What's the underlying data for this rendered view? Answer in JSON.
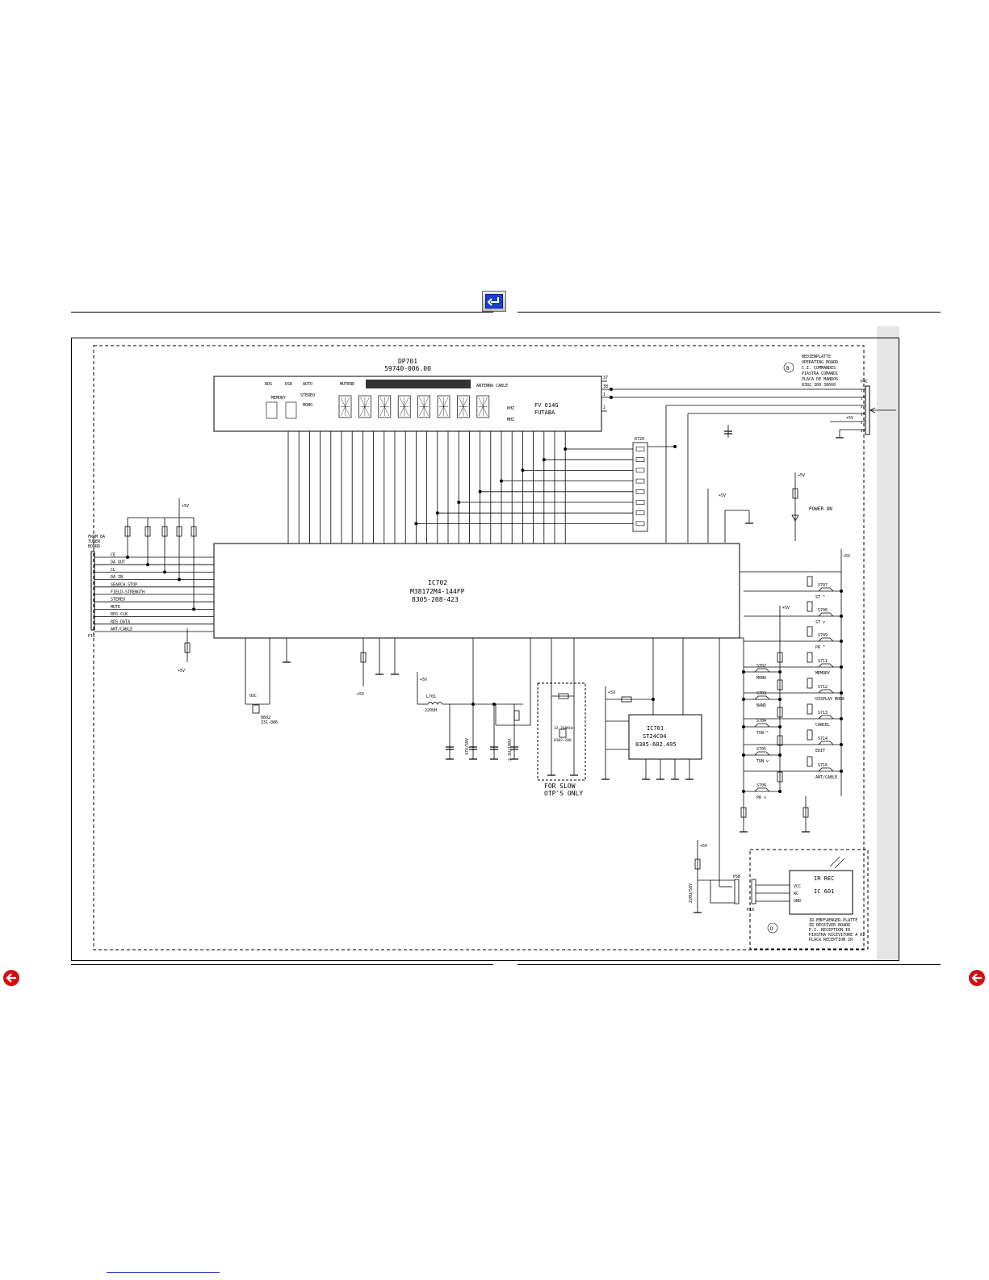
{
  "display": {
    "ref": "DP701",
    "part": "59740-006.00",
    "model": "FV 614G",
    "maker": "FUTABA",
    "ann": [
      "RDS",
      "DSR",
      "AUTO",
      "MUTEND",
      "ANTENNA CABLE",
      "MEMORY",
      "STEREO",
      "MONO",
      "KHZ",
      "MHZ"
    ]
  },
  "mcu": {
    "ref": "IC702",
    "part": "M38172M4-144FP",
    "code": "8305-208-423"
  },
  "eeprom": {
    "ref": "IC701",
    "part": "ST24C04",
    "code": "8305-602.405"
  },
  "ir": {
    "title": "IR REC",
    "ref": "IC 601",
    "pins": [
      "VCC",
      "RC",
      "GND"
    ],
    "board": [
      "IR-EMPFAENGER-PLATTE",
      "IR RECEIVER BOARD",
      "P.I. RECEPTION IR",
      "PIASTRA RICEVITORE A RI",
      "PLACA RECEPTION IR"
    ]
  },
  "board_label": [
    "BEDIENPLATTE",
    "OPERATING BOARD",
    "C.I. COMMANDES",
    "PIASTRA COMANDI",
    "PLACA DE MANDOS",
    "8302 308 30660"
  ],
  "input": {
    "ref": "P1C",
    "from": [
      "FROM 6A",
      "TUNER",
      "BOARD"
    ],
    "signals": [
      "CE",
      "DA OUT",
      "CL",
      "DA IN",
      "SEARCH-STOP",
      "FIELD-STRENGTH",
      "STEREO",
      "MUTE",
      "RDS CLK",
      "RDS DATA",
      "ANT/CABLE"
    ]
  },
  "switches": [
    {
      "ref": "S707",
      "label": "ST ^"
    },
    {
      "ref": "S708",
      "label": "ST v"
    },
    {
      "ref": "S709",
      "label": "PR ^"
    },
    {
      "ref": "S711",
      "label": "MEMORY"
    },
    {
      "ref": "S712",
      "label": "DISPLAY MODE"
    },
    {
      "ref": "S713",
      "label": "CANCEL"
    },
    {
      "ref": "S714",
      "label": "EDIT"
    },
    {
      "ref": "S716",
      "label": "ANT/CABLE"
    },
    {
      "ref": "S702",
      "label": "MONO"
    },
    {
      "ref": "S703",
      "label": "BAND"
    },
    {
      "ref": "S704",
      "label": "TUN ^"
    },
    {
      "ref": "S705",
      "label": "TUN v"
    },
    {
      "ref": "S706",
      "label": "PR v"
    }
  ],
  "notes": {
    "slow": [
      "FOR SLOW",
      "OTP'S ONLY"
    ],
    "power": "POWER ON",
    "coil": "L701",
    "coil_val": "220UH",
    "supply": "+5V",
    "connector": "P4C",
    "receiver_conn": "P5B",
    "receiver_conn2": "P1D",
    "crystal": "8302-208",
    "xtal": "32.768KHz",
    "caps": [
      "2.2U/100V",
      "47U/50V",
      "220U/50V"
    ],
    "osc": [
      "OSC",
      "8602",
      "331-086"
    ]
  }
}
